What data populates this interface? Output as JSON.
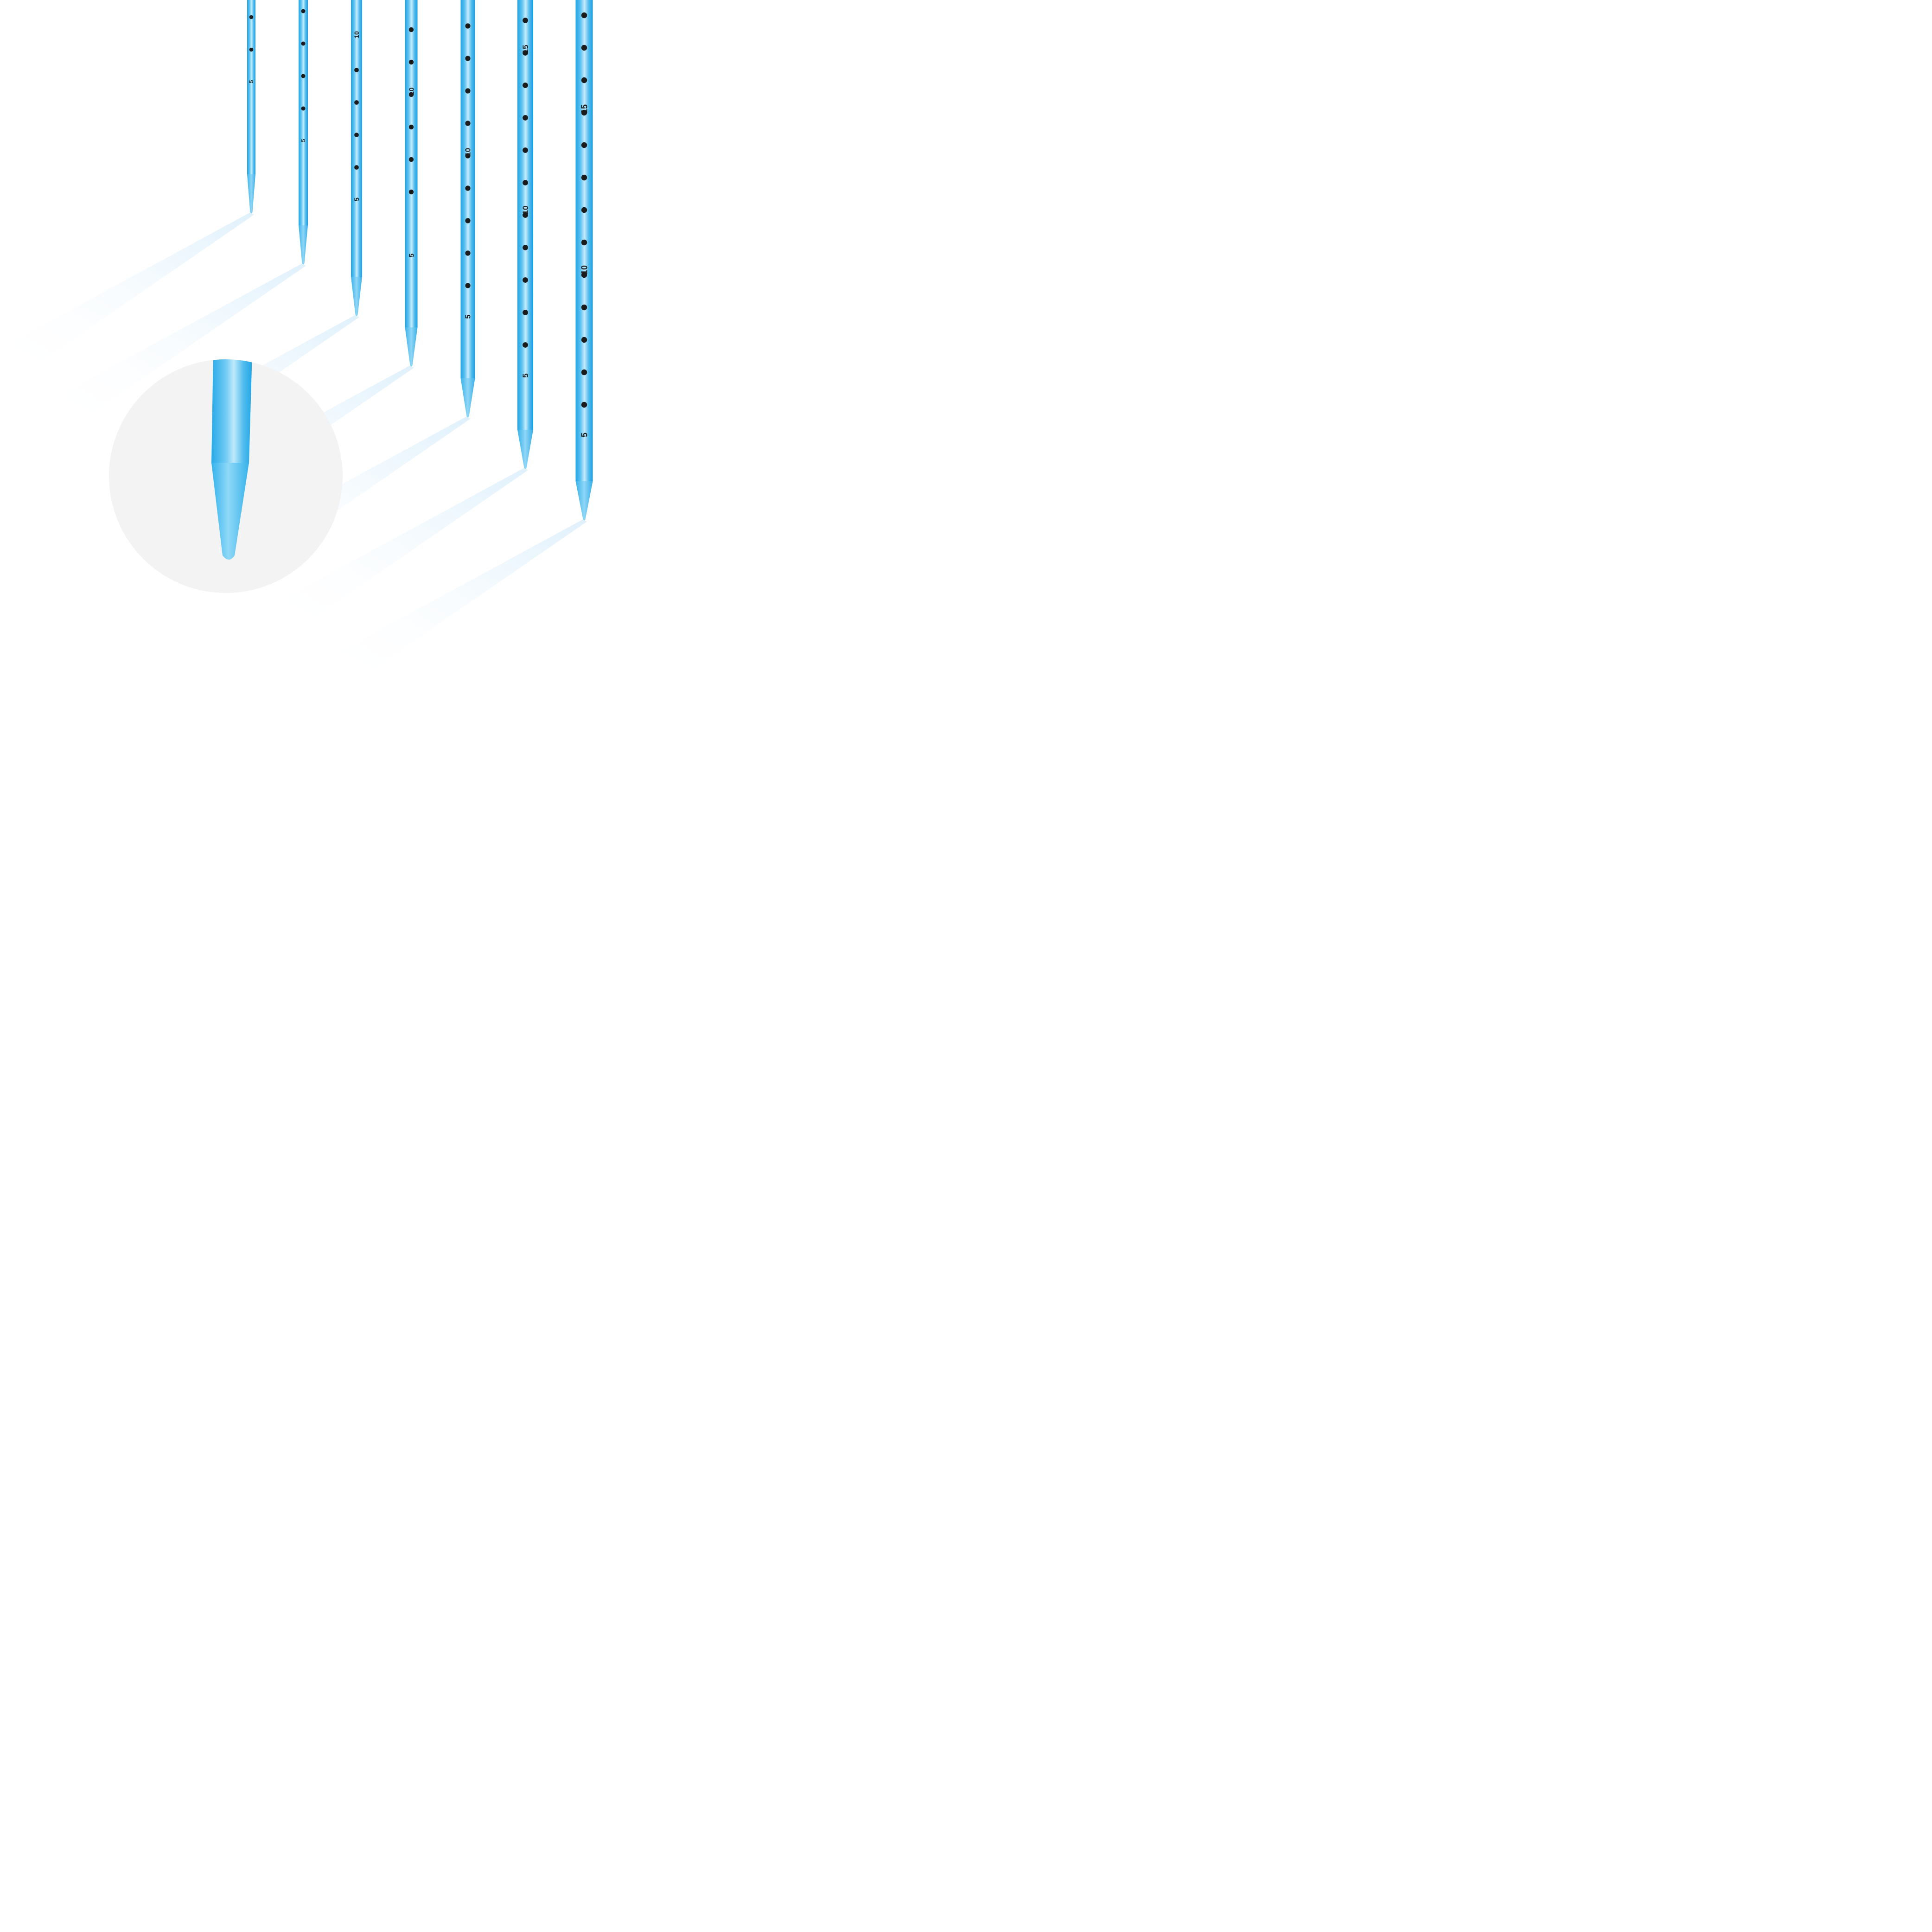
{
  "colors": {
    "background": "#ffffff",
    "tube_main": "#2fb0ea",
    "tube_highlight": "#bfe9fb",
    "tube_tip": "#5cc2f0",
    "marker_dot": "#1c1c1c",
    "marker_text": "#1c1c1c",
    "shadow": "#d9eefb",
    "magnifier_bg": "#f3f3f3"
  },
  "tubes": [
    {
      "id": "tube-1",
      "dots": 2,
      "labels": [
        "5"
      ]
    },
    {
      "id": "tube-2",
      "dots": 4,
      "labels": [
        "5"
      ]
    },
    {
      "id": "tube-3",
      "dots": 4,
      "labels": [
        "10",
        "5"
      ]
    },
    {
      "id": "tube-4",
      "dots": 6,
      "labels": [
        "10",
        "5"
      ]
    },
    {
      "id": "tube-5",
      "dots": 9,
      "labels": [
        "10",
        "5"
      ]
    },
    {
      "id": "tube-6",
      "dots": 11,
      "labels": [
        "15",
        "10",
        "5"
      ]
    },
    {
      "id": "tube-7",
      "dots": 13,
      "labels": [
        "15",
        "10",
        "5"
      ]
    }
  ],
  "magnifier": {
    "subject": "tube-tip-closeup"
  }
}
